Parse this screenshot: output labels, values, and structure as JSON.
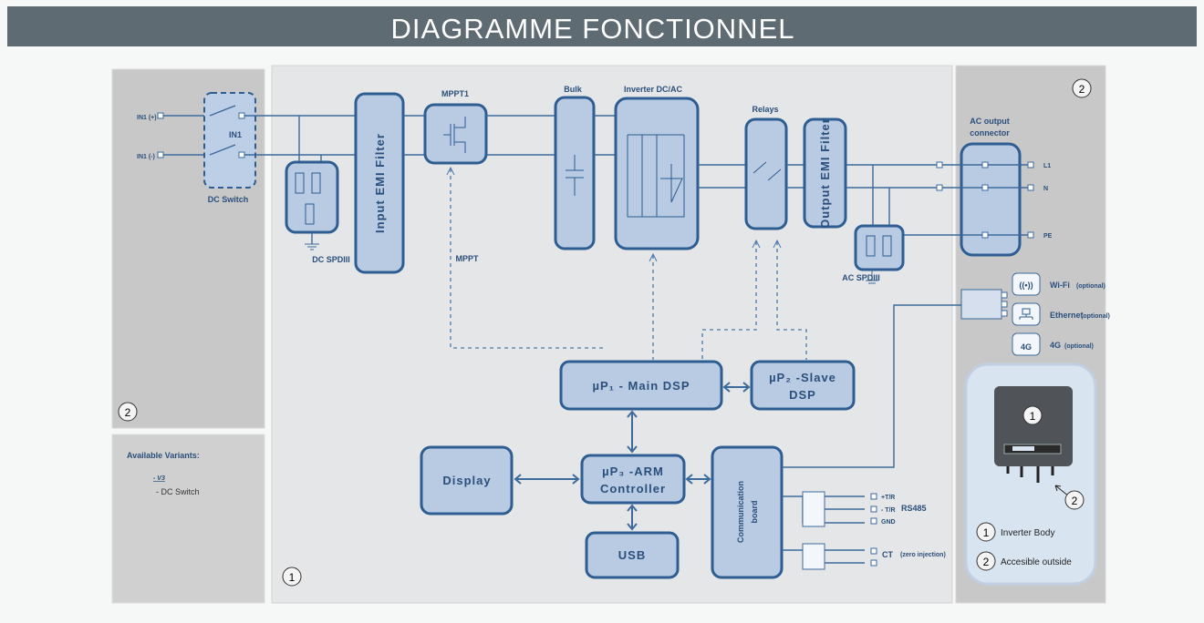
{
  "title": "DIAGRAMME FONCTIONNEL",
  "inputs": {
    "in1_pos": "IN1 (+)",
    "in1_neg": "IN1 (-)",
    "switch_label": "IN1",
    "dc_switch": "DC Switch"
  },
  "blocks": {
    "dc_spd": "DC SPDIII",
    "input_emi": "Input EMI Filter",
    "mppt1": "MPPT1",
    "mppt": "MPPT",
    "bulk": "Bulk",
    "inverter": "Inverter DC/AC",
    "relays": "Relays",
    "output_emi": "Output EMI Filter",
    "ac_spd": "AC SPDIII",
    "ac_output_line1": "AC output",
    "ac_output_line2": "connector",
    "main_dsp": "µP₁ - Main DSP",
    "slave_dsp_line1": "µP₂ -Slave",
    "slave_dsp_line2": "DSP",
    "display": "Display",
    "arm_line1": "µP₃ -ARM",
    "arm_line2": "Controller",
    "usb": "USB",
    "comm_line1": "Communication",
    "comm_line2": "board"
  },
  "outputs": {
    "l1": "L1",
    "n": "N",
    "pe": "PE"
  },
  "connectivity": {
    "wifi": "Wi-Fi",
    "wifi_note": "(optional)",
    "ethernet": "Ethernet",
    "ethernet_note": "(optional)",
    "g4": "4G",
    "g4_note": "(optional)",
    "g4_icon": "4G"
  },
  "rs485": {
    "p1": "+T/R",
    "p2": "- T/R",
    "p3": "GND",
    "label": "RS485"
  },
  "ct": {
    "label": "CT",
    "note": "(zero injection)"
  },
  "variants": {
    "heading": "Available Variants:",
    "v3": "- V3",
    "dc_switch": "- DC Switch"
  },
  "markers": {
    "one": "1",
    "two": "2"
  },
  "legend": {
    "inverter_body": "Inverter Body",
    "accessible": "Accesible outside"
  },
  "colors": {
    "header_bg": "#5f6b73",
    "block_fill": "#b9cbe3",
    "block_stroke": "#2d5d91",
    "panel_gray": "#c8c8c8"
  }
}
